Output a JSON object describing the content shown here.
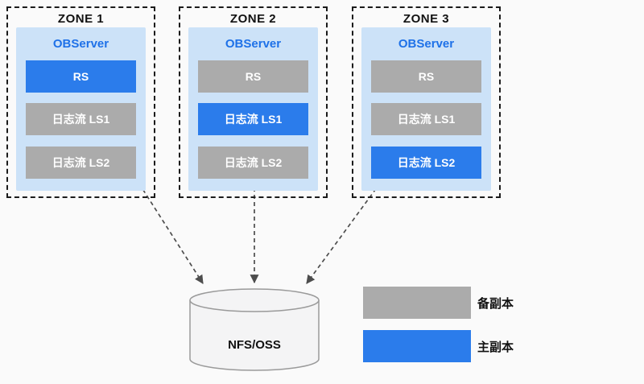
{
  "zones": [
    {
      "title": "ZONE 1",
      "server_label": "OBServer",
      "boxes": [
        {
          "label": "RS",
          "type": "primary"
        },
        {
          "label": "日志流 LS1",
          "type": "backup"
        },
        {
          "label": "日志流 LS2",
          "type": "backup"
        }
      ]
    },
    {
      "title": "ZONE 2",
      "server_label": "OBServer",
      "boxes": [
        {
          "label": "RS",
          "type": "backup"
        },
        {
          "label": "日志流 LS1",
          "type": "primary"
        },
        {
          "label": "日志流 LS2",
          "type": "backup"
        }
      ]
    },
    {
      "title": "ZONE 3",
      "server_label": "OBServer",
      "boxes": [
        {
          "label": "RS",
          "type": "backup"
        },
        {
          "label": "日志流 LS1",
          "type": "backup"
        },
        {
          "label": "日志流 LS2",
          "type": "primary"
        }
      ]
    }
  ],
  "storage": {
    "label": "NFS/OSS"
  },
  "legend": [
    {
      "label": "备副本",
      "type": "backup"
    },
    {
      "label": "主副本",
      "type": "primary"
    }
  ],
  "colors": {
    "primary": "#2b7ceb",
    "backup": "#ababab",
    "observer_bg": "#cce2f8",
    "observer_text": "#1e71e8",
    "arrow": "#4d4d4d",
    "cylinder_fill": "#f4f4f5",
    "cylinder_stroke": "#9a9a9a"
  }
}
